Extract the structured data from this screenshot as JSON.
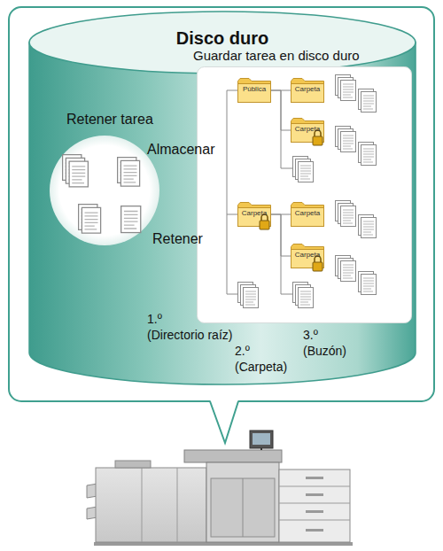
{
  "diagram": {
    "nodes": [
      {
        "text": [
          "Disco duro"
        ]
      },
      {
        "text": [
          "Guardar tarea en disco duro"
        ],
        "in": 0
      },
      {
        "text": [
          "Pública"
        ],
        "in": 1
      },
      {
        "text": [
          "Carpeta"
        ],
        "in": 1
      },
      {
        "text": [
          "Carpeta"
        ],
        "in": 1
      },
      {
        "text": [
          "Carpeta"
        ],
        "in": 1
      },
      {
        "text": [
          "Carpeta"
        ],
        "in": 1
      },
      {
        "text": [
          "Carpeta"
        ],
        "in": 1
      },
      {
        "text": [
          "Retener tarea"
        ],
        "in": 0
      }
    ],
    "edges": [
      {
        "from": 2,
        "to": 3,
        "arrow": "none"
      },
      {
        "from": 2,
        "to": 4,
        "arrow": "none"
      },
      {
        "from": 5,
        "to": 6,
        "arrow": "none"
      },
      {
        "from": 5,
        "to": 7,
        "arrow": "none"
      }
    ],
    "labels": [
      "Almacenar",
      "Retener",
      "1.º",
      "(Directorio raíz)",
      "2.º",
      "(Carpeta)",
      "3.º",
      "(Buzón)"
    ]
  }
}
